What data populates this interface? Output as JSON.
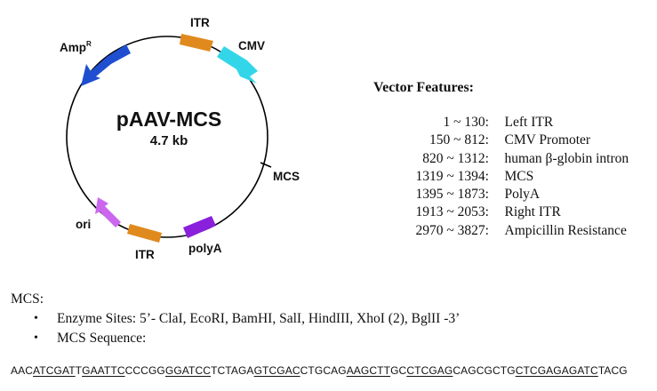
{
  "plasmid": {
    "name": "pAAV-MCS",
    "size": "4.7 kb",
    "labels": {
      "amp": "Amp",
      "amp_superscript": "R",
      "itr_top": "ITR",
      "cmv": "CMV",
      "mcs": "MCS",
      "polya": "polyA",
      "itr_bottom": "ITR",
      "ori": "ori"
    },
    "colors": {
      "ring": "#000000",
      "itr": "#e08a1e",
      "cmv": "#33d6e8",
      "amp": "#1f4fd0",
      "ori": "#cc66ee",
      "polya": "#8a1fdc"
    }
  },
  "features": {
    "title": "Vector Features:",
    "rows": [
      {
        "range": "1 ~ 130:",
        "name": "Left ITR"
      },
      {
        "range": "150 ~ 812:",
        "name": "CMV Promoter"
      },
      {
        "range": "820 ~ 1312:",
        "name": "human β-globin intron"
      },
      {
        "range": "1319 ~ 1394:",
        "name": "MCS"
      },
      {
        "range": "1395 ~ 1873:",
        "name": "PolyA"
      },
      {
        "range": "1913 ~ 2053:",
        "name": "Right ITR"
      },
      {
        "range": "2970 ~ 3827:",
        "name": "Ampicillin Resistance"
      }
    ]
  },
  "mcs": {
    "heading": "MCS:",
    "enzyme_sites": "Enzyme Sites: 5’- ClaI, EcoRI, BamHI, SalI, HindIII, XhoI (2), BglII -3’",
    "sequence_label": "MCS Sequence:",
    "sequence_segments": [
      {
        "text": "AAC",
        "underline": false
      },
      {
        "text": "ATCGAT",
        "underline": true
      },
      {
        "text": "T",
        "underline": false
      },
      {
        "text": "GAATTC",
        "underline": true
      },
      {
        "text": "CCCGG",
        "underline": false
      },
      {
        "text": "GGATCC",
        "underline": true
      },
      {
        "text": "TCTAGA",
        "underline": false
      },
      {
        "text": "GTCGAC",
        "underline": true
      },
      {
        "text": "CTGCAG",
        "underline": false
      },
      {
        "text": "AAGCTT",
        "underline": true
      },
      {
        "text": "GC",
        "underline": false
      },
      {
        "text": "CTCGAG",
        "underline": true
      },
      {
        "text": "CAGCGCTG",
        "underline": false
      },
      {
        "text": "CTCGAG",
        "underline": true
      },
      {
        "text": "AGATC",
        "underline": true
      },
      {
        "text": "TACG",
        "underline": false
      }
    ]
  }
}
